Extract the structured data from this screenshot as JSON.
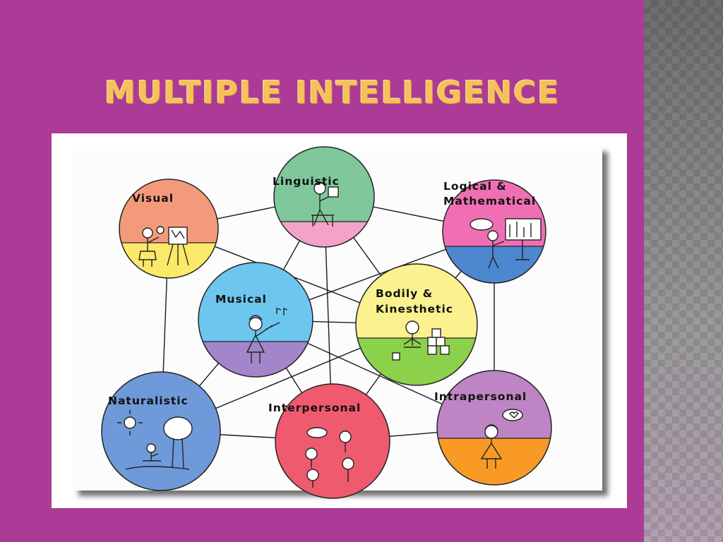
{
  "slide": {
    "title": "MULTIPLE INTELLIGENCE"
  },
  "diagram": {
    "nodes": [
      {
        "id": "linguistic",
        "label_lines": [
          "Linguistic"
        ],
        "top_color": "#80c89c",
        "bottom_color": "#f4a3c8",
        "icon": "reading-girl-icon"
      },
      {
        "id": "visual",
        "label_lines": [
          "Visual"
        ],
        "top_color": "#f49a7a",
        "bottom_color": "#fbe96a",
        "icon": "painter-easel-icon"
      },
      {
        "id": "logical",
        "label_lines": [
          "Logical &",
          "Mathematical"
        ],
        "top_color": "#f06fb4",
        "bottom_color": "#4d87cf",
        "icon": "chalkboard-teacher-icon"
      },
      {
        "id": "musical",
        "label_lines": [
          "Musical"
        ],
        "top_color": "#6dc6ee",
        "bottom_color": "#a385c9",
        "icon": "violin-girl-icon"
      },
      {
        "id": "bodily",
        "label_lines": [
          "Bodily &",
          "Kinesthetic"
        ],
        "top_color": "#fbf18f",
        "bottom_color": "#8cd14c",
        "icon": "child-blocks-icon"
      },
      {
        "id": "naturalistic",
        "label_lines": [
          "Naturalistic"
        ],
        "top_color": "#6e9ad9",
        "bottom_color": "#6e9ad9",
        "icon": "tree-sun-icon"
      },
      {
        "id": "interpersonal",
        "label_lines": [
          "Interpersonal"
        ],
        "top_color": "#ef5a6e",
        "bottom_color": "#ef5a6e",
        "icon": "talking-kids-icon"
      },
      {
        "id": "intrapersonal",
        "label_lines": [
          "Intrapersonal"
        ],
        "top_color": "#bd85c4",
        "bottom_color": "#f89a25",
        "icon": "thinking-girl-icon"
      }
    ],
    "connections": [
      [
        "visual",
        "linguistic"
      ],
      [
        "linguistic",
        "logical"
      ],
      [
        "visual",
        "naturalistic"
      ],
      [
        "logical",
        "intrapersonal"
      ],
      [
        "visual",
        "bodily"
      ],
      [
        "linguistic",
        "musical"
      ],
      [
        "linguistic",
        "bodily"
      ],
      [
        "linguistic",
        "interpersonal"
      ],
      [
        "logical",
        "musical"
      ],
      [
        "logical",
        "bodily"
      ],
      [
        "musical",
        "bodily"
      ],
      [
        "musical",
        "naturalistic"
      ],
      [
        "musical",
        "interpersonal"
      ],
      [
        "musical",
        "intrapersonal"
      ],
      [
        "bodily",
        "naturalistic"
      ],
      [
        "bodily",
        "interpersonal"
      ],
      [
        "naturalistic",
        "interpersonal"
      ],
      [
        "interpersonal",
        "intrapersonal"
      ]
    ]
  }
}
